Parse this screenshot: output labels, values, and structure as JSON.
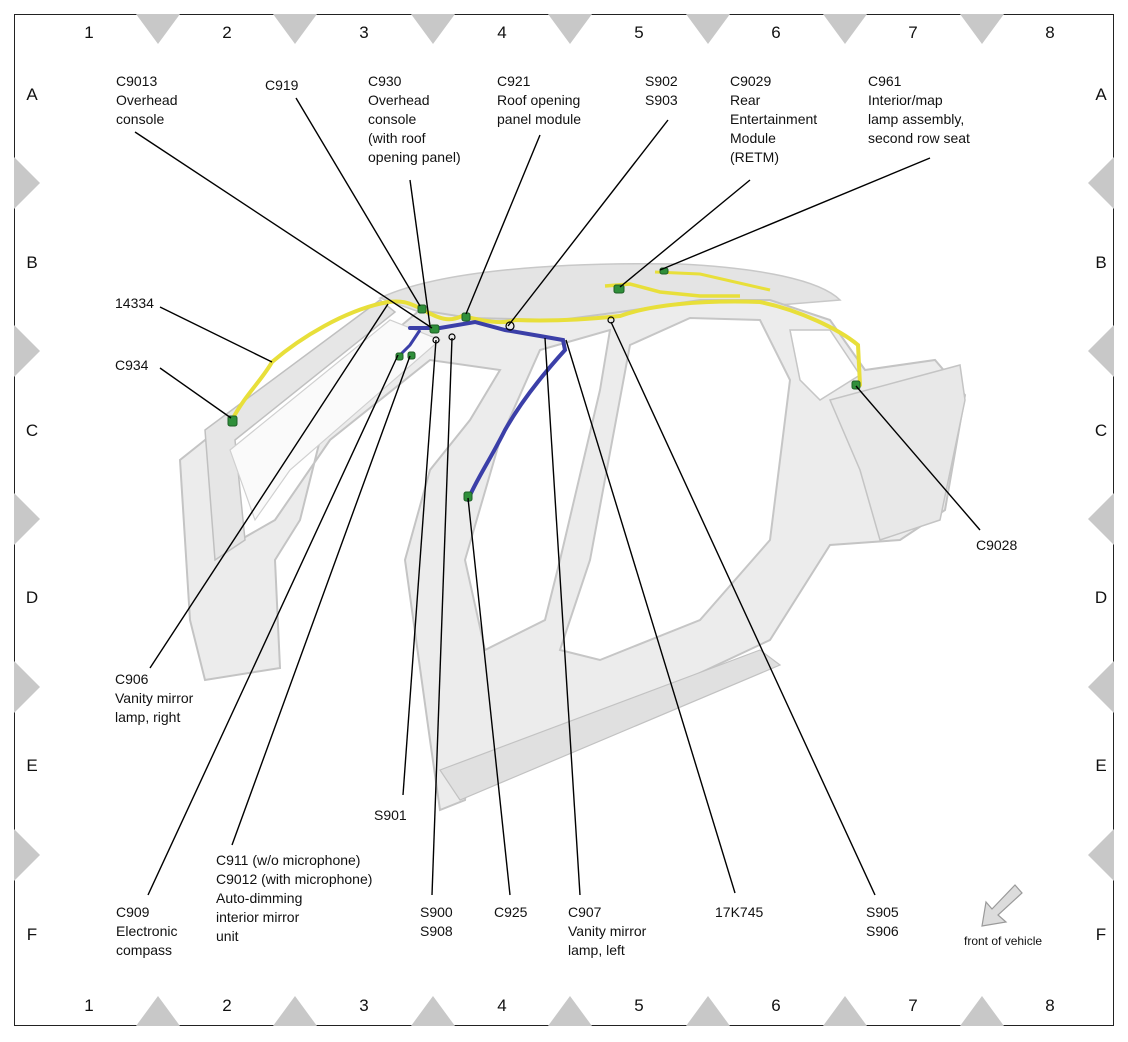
{
  "grid": {
    "columns": [
      "1",
      "2",
      "3",
      "4",
      "5",
      "6",
      "7",
      "8"
    ],
    "rows": [
      "A",
      "B",
      "C",
      "D",
      "E",
      "F"
    ]
  },
  "labels": {
    "c9013": [
      "C9013",
      "Overhead",
      "console"
    ],
    "c919": [
      "C919"
    ],
    "c930": [
      "C930",
      "Overhead",
      "console",
      "(with roof",
      "opening panel)"
    ],
    "c921": [
      "C921",
      "Roof opening",
      "panel module"
    ],
    "s902": [
      "S902",
      "S903"
    ],
    "c9029": [
      "C9029",
      "Rear",
      "Entertainment",
      "Module",
      "(RETM)"
    ],
    "c961": [
      "C961",
      "Interior/map",
      "lamp assembly,",
      "second row seat"
    ],
    "h14334": [
      "14334"
    ],
    "c934": [
      "C934"
    ],
    "c9028": [
      "C9028"
    ],
    "c906": [
      "C906",
      "Vanity mirror",
      "lamp, right"
    ],
    "s901": [
      "S901"
    ],
    "c911": [
      "C911   (w/o microphone)",
      "C9012   (with microphone)",
      "Auto-dimming",
      "interior mirror",
      "unit"
    ],
    "c909": [
      "C909",
      "Electronic",
      "compass"
    ],
    "s900": [
      "S900",
      "S908"
    ],
    "c925": [
      "C925"
    ],
    "c907": [
      "C907",
      "Vanity mirror",
      "lamp, left"
    ],
    "h17k745": [
      "17K745"
    ],
    "s905": [
      "S905",
      "S906"
    ]
  },
  "front_label": "front of vehicle",
  "colors": {
    "harness_yellow": "#e8df3a",
    "harness_blue": "#3b3fa8",
    "connector_green": "#2f8f3a",
    "body_fill": "#ebebeb",
    "grid_marker": "#c8c8c8"
  }
}
